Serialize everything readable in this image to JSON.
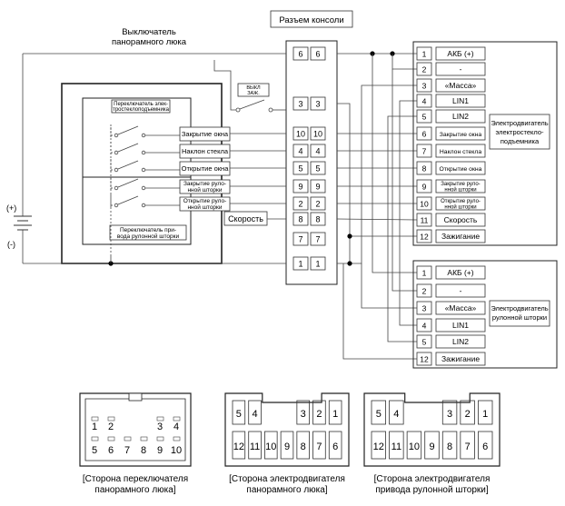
{
  "title": "Разъем консоли",
  "switch_title": "Выключатель панорамного люка",
  "ign_switch_label": "ВЫКЛ ЗАЖ.",
  "window_switch_label": "Переключатель элек-тростеклоподъемника",
  "blind_switch_label": "Переключатель при-вода рулонной шторки",
  "battery": {
    "plus": "(+)",
    "minus": "(-)"
  },
  "switch_buttons": [
    {
      "label": "Закрытие окна",
      "pins": [
        "10",
        "10"
      ]
    },
    {
      "label": "Наклон стекла",
      "pins": [
        "4",
        "4"
      ]
    },
    {
      "label": "Открытие окна",
      "pins": [
        "5",
        "5"
      ]
    },
    {
      "label": "Закрытие руло-нной шторки",
      "pins": [
        "9",
        "9"
      ]
    },
    {
      "label": "Открытие руло-нной шторки",
      "pins": [
        "2",
        "2"
      ]
    }
  ],
  "speed_label": "Скорость",
  "console_pins": [
    [
      "6",
      "6"
    ],
    [
      "3",
      "3"
    ],
    [
      "10",
      "10"
    ],
    [
      "4",
      "4"
    ],
    [
      "5",
      "5"
    ],
    [
      "9",
      "9"
    ],
    [
      "2",
      "2"
    ],
    [
      "8",
      "8"
    ],
    [
      "7",
      "7"
    ],
    [
      "1",
      "1"
    ]
  ],
  "motor1": {
    "title": "Электродвигатель электростекло-подъемника",
    "pins": [
      {
        "num": "1",
        "label": "АКБ (+)"
      },
      {
        "num": "2",
        "label": "-"
      },
      {
        "num": "3",
        "label": "«Масса»"
      },
      {
        "num": "4",
        "label": "LIN1"
      },
      {
        "num": "5",
        "label": "LIN2"
      },
      {
        "num": "6",
        "label": "Закрытие окна"
      },
      {
        "num": "7",
        "label": "Наклон стекла"
      },
      {
        "num": "8",
        "label": "Открытие окна"
      },
      {
        "num": "9",
        "label": "Закрытие руло-нной шторки"
      },
      {
        "num": "10",
        "label": "Открытие руло-нной шторки"
      },
      {
        "num": "11",
        "label": "Скорость"
      },
      {
        "num": "12",
        "label": "Зажигание"
      }
    ]
  },
  "motor2": {
    "title": "Электродвигатель рулонной шторки",
    "pins": [
      {
        "num": "1",
        "label": "АКБ (+)"
      },
      {
        "num": "2",
        "label": "-"
      },
      {
        "num": "3",
        "label": "«Масса»"
      },
      {
        "num": "4",
        "label": "LIN1"
      },
      {
        "num": "5",
        "label": "LIN2"
      },
      {
        "num": "12",
        "label": "Зажигание"
      }
    ]
  },
  "connectors": [
    {
      "caption": [
        "[Сторона переключателя",
        "панорамного люка]"
      ],
      "top": [
        "1",
        "2",
        "3",
        "4"
      ],
      "bottom": [
        "5",
        "6",
        "7",
        "8",
        "9",
        "10"
      ]
    },
    {
      "caption": [
        "[Сторона электродвигателя",
        "панорамного люка]"
      ],
      "top": [
        "5",
        "4",
        "3",
        "2",
        "1"
      ],
      "bottom": [
        "12",
        "11",
        "10",
        "9",
        "8",
        "7",
        "6"
      ]
    },
    {
      "caption": [
        "[Сторона электродвигателя",
        "привода рулонной шторки]"
      ],
      "top": [
        "5",
        "4",
        "3",
        "2",
        "1"
      ],
      "bottom": [
        "12",
        "11",
        "10",
        "9",
        "8",
        "7",
        "6"
      ]
    }
  ]
}
